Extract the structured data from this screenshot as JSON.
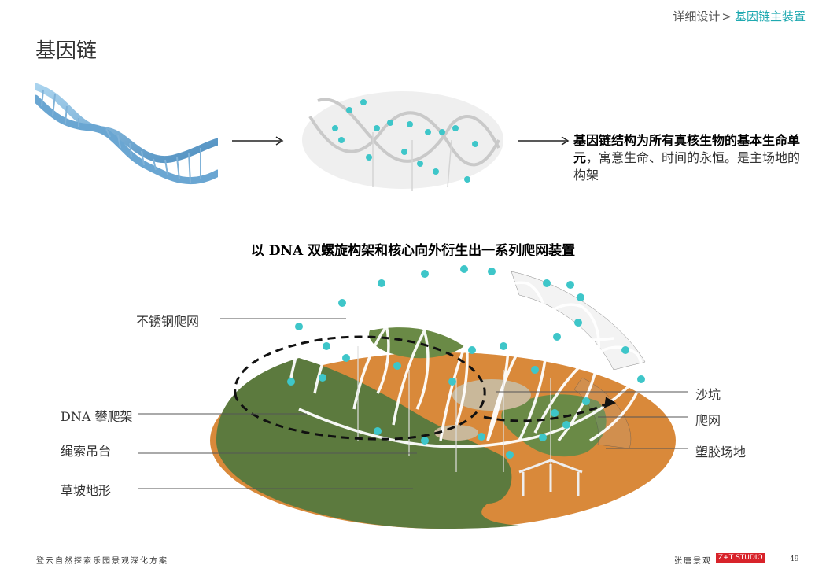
{
  "breadcrumb": {
    "parent": "详细设计",
    "separator": ">",
    "current": "基因链主装置"
  },
  "page_title": "基因链",
  "description": {
    "bold": "基因链结构为所有真核生物的基本生命单元",
    "normal": "，寓意生命、时间的永恒。是主场地的构架"
  },
  "subtitle": "以 DNA 双螺旋构架和核心向外衍生出一系列爬网装置",
  "labels": {
    "stainless_net": "不锈钢爬网",
    "dna_climbing": "DNA 攀爬架",
    "rope_swing": "绳索吊台",
    "grass_slope": "草坡地形",
    "sandpit": "沙坑",
    "climbing_net": "爬网",
    "plastic_court": "塑胶场地"
  },
  "footer": {
    "project": "登云自然探索乐园景观深化方案",
    "company": "张唐景观",
    "badge": "Z+T STUDIO",
    "page_number": "49"
  },
  "colors": {
    "accent": "#1fa9b0",
    "grass": "#5c7a3e",
    "orange": "#d98a3a",
    "node": "#3ec6c9"
  }
}
